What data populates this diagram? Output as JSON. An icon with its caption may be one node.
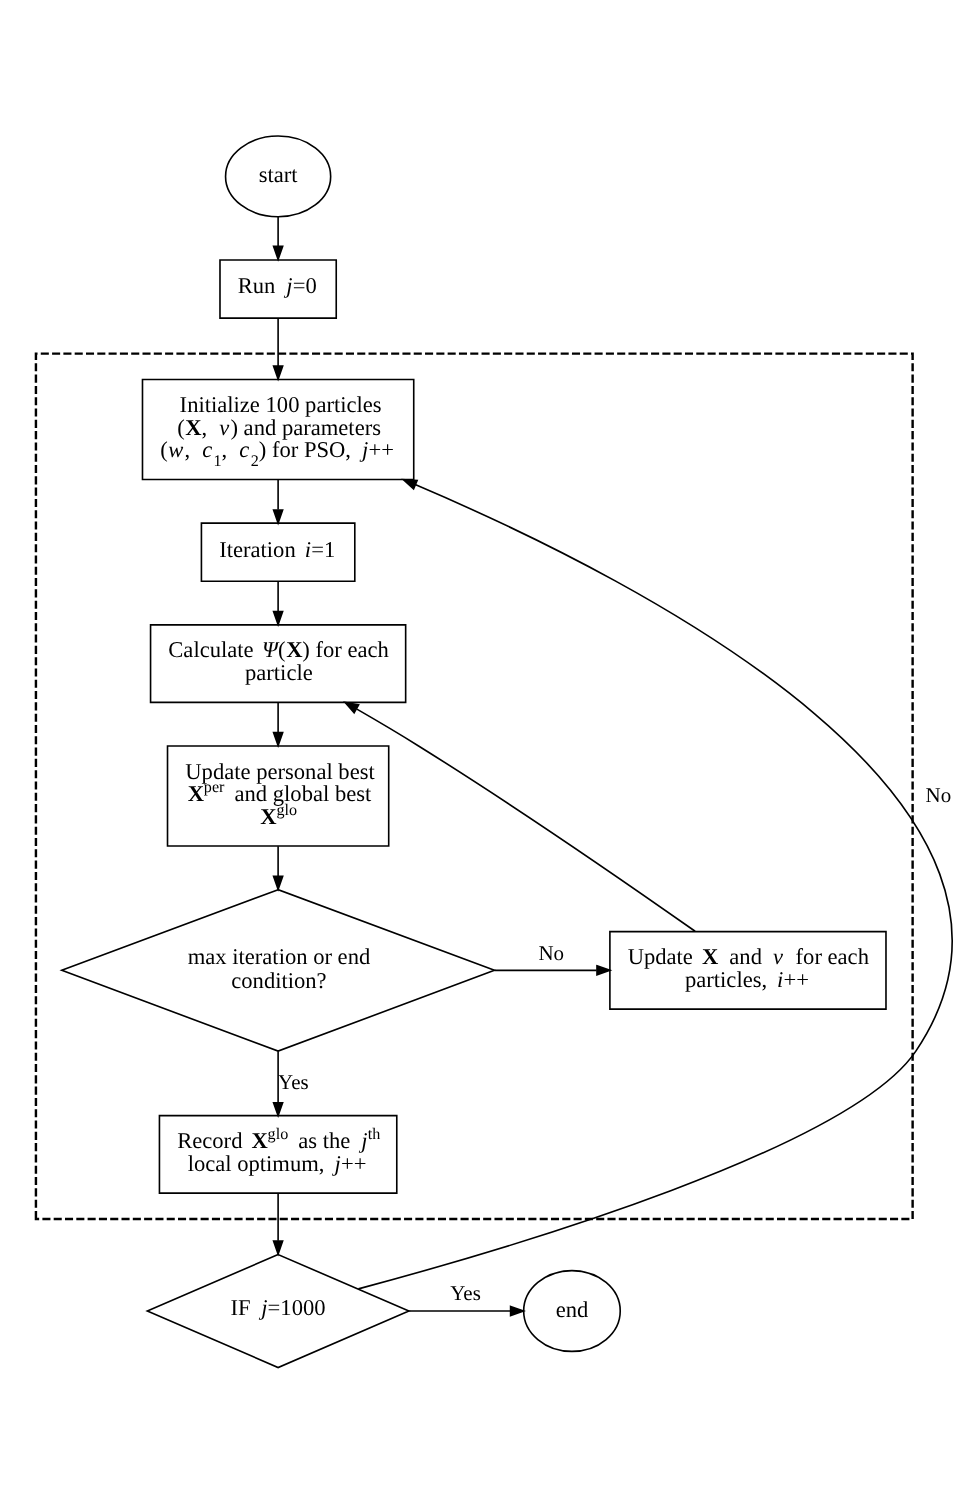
{
  "diagram": {
    "nodes": [
      {
        "text": [
          "start"
        ]
      },
      {
        "text": [
          "Run *j*=0"
        ]
      },
      {
        "text": [],
        "shape": "box"
      },
      {
        "text": [
          "Initialize 100 particles (**X**, *v*) and parameters (*w*, *c*$_{1}$, *c*$_{2}$) for PSO, *j*++"
        ],
        "in": 2
      },
      {
        "text": [
          "Iteration *i*=1"
        ],
        "in": 2
      },
      {
        "text": [
          "Calculate *Ψ*(**X**) for each particle"
        ],
        "in": 2
      },
      {
        "text": [
          "Update personal best **X**$^{per}$ and global best **X**$^{glo}$"
        ],
        "in": 2
      },
      {
        "text": [
          "max iteration or end condition?"
        ],
        "in": 2
      },
      {
        "text": [
          "Update **X** and *v* for each particles, *i*++"
        ],
        "in": 2
      },
      {
        "text": [
          "Record **X**$^{glo}$ as the *j*$^{th}$ local optimum, *j*++"
        ],
        "in": 2
      },
      {
        "text": [
          "IF *j*=1000"
        ]
      },
      {
        "text": [
          "end"
        ]
      }
    ],
    "edges": [
      {
        "from": 0,
        "to": 1,
        "arrow": "to"
      },
      {
        "from": 1,
        "to": 3,
        "arrow": "to"
      },
      {
        "from": 3,
        "to": 4,
        "arrow": "to"
      },
      {
        "from": 4,
        "to": 5,
        "arrow": "to"
      },
      {
        "from": 5,
        "to": 6,
        "arrow": "to"
      },
      {
        "from": 6,
        "to": 7,
        "arrow": "to"
      },
      {
        "from": 7,
        "to": 8,
        "arrow": "to",
        "label": "No"
      },
      {
        "from": 8,
        "to": 5,
        "arrow": "to"
      },
      {
        "from": 7,
        "to": 9,
        "arrow": "to",
        "label": "Yes"
      },
      {
        "from": 9,
        "to": 10,
        "arrow": "to"
      },
      {
        "from": 10,
        "to": 3,
        "arrow": "to",
        "label": "No"
      },
      {
        "from": 10,
        "to": 11,
        "arrow": "to",
        "label": "Yes"
      }
    ]
  }
}
